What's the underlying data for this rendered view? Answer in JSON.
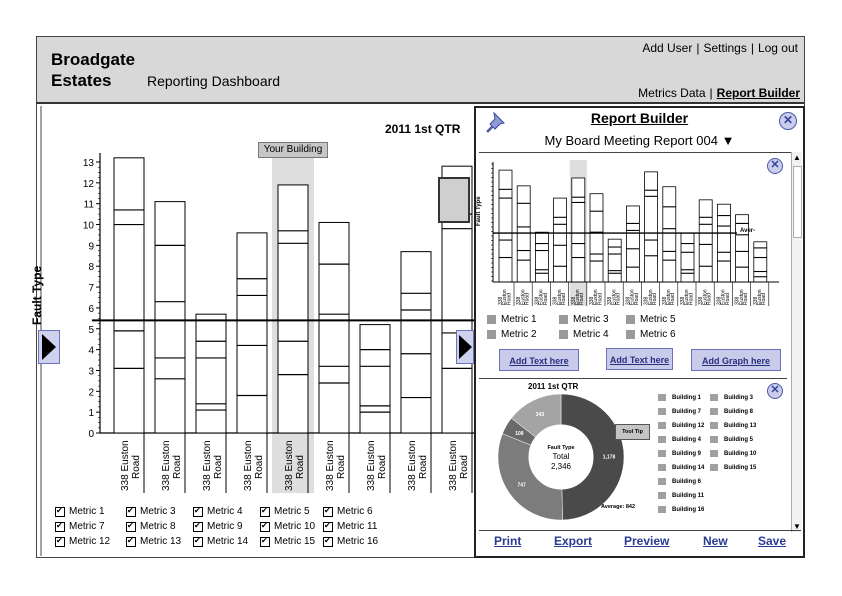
{
  "header": {
    "brand_line1": "Broadgate",
    "brand_line2": "Estates",
    "subtitle": "Reporting Dashboard",
    "top_links": [
      "Add User",
      "Settings",
      "Log out"
    ],
    "sub_links": [
      "Metrics Data",
      "Report Builder"
    ]
  },
  "main_chart": {
    "chart_data": {
      "type": "bar",
      "title": "2011 1st QTR",
      "ylabel": "Fault Type",
      "ylim": [
        0,
        13
      ],
      "yticks": [
        0,
        1,
        2,
        3,
        4,
        5,
        6,
        7,
        8,
        9,
        10,
        11,
        12,
        13
      ],
      "average": 5.4,
      "callout": "Your Building",
      "highlight_index": 4,
      "categories": [
        "338 Euston Road",
        "338 Euston Road",
        "338 Euston Road",
        "338 Euston Road",
        "338 Euston Road",
        "338 Euston Road",
        "338 Euston Road",
        "338 Euston Road",
        "338 Euston Road"
      ],
      "totals": [
        13.2,
        11.1,
        5.7,
        9.6,
        11.9,
        10.1,
        5.2,
        8.7,
        12.8
      ],
      "segments": [
        [
          3.1,
          4.9,
          10.0,
          10.7
        ],
        [
          2.6,
          3.6,
          6.3,
          9.0
        ],
        [
          1.1,
          1.4,
          3.6,
          4.4
        ],
        [
          1.8,
          4.2,
          6.6,
          7.4
        ],
        [
          2.8,
          4.4,
          9.1,
          9.7
        ],
        [
          2.4,
          3.2,
          5.7,
          8.1
        ],
        [
          1.0,
          1.3,
          3.2,
          4.0
        ],
        [
          1.7,
          3.8,
          5.9,
          6.7
        ],
        [
          3.1,
          4.8,
          9.8,
          10.5
        ]
      ]
    },
    "metrics": [
      [
        "Metric 1",
        "Metric 3",
        "Metric 4",
        "Metric 5",
        "Metric 6"
      ],
      [
        "Metric 7",
        "Metric 8",
        "Metric 9",
        "Metric 10",
        "Metric 11"
      ],
      [
        "Metric 12",
        "Metric 13",
        "Metric 14",
        "Metric 15",
        "Metric 16"
      ]
    ]
  },
  "report_builder": {
    "title": "Report Builder",
    "report_name": "My Board Meeting Report 004 ▼",
    "mini_chart": {
      "chart_data": {
        "type": "bar",
        "ylabel": "Fault Type",
        "average_label": "Aver-",
        "highlight_index": 4,
        "categories": [
          "338 Euston Road",
          "338 Euston Road",
          "338 Euston Road",
          "338 Euston Road",
          "338 Euston Road",
          "338 Euston Road",
          "338 Euston Road",
          "338 Euston Road",
          "338 Euston Road",
          "338 Euston Road",
          "338 Euston Road",
          "338 Euston Road",
          "338 Euston Road",
          "338 Euston Road",
          "338 Euston Road"
        ],
        "totals": [
          12.8,
          11.0,
          5.7,
          9.6,
          11.9,
          10.1,
          4.9,
          8.7,
          12.6,
          10.9,
          5.6,
          9.4,
          8.9,
          7.7,
          4.6
        ],
        "segments": [
          [
            2.8,
            4.8,
            9.6,
            10.6
          ],
          [
            2.5,
            3.6,
            6.3,
            9.0
          ],
          [
            1.0,
            1.4,
            3.6,
            4.4
          ],
          [
            1.8,
            4.2,
            6.6,
            7.4
          ],
          [
            2.8,
            4.4,
            9.1,
            9.7
          ],
          [
            2.4,
            3.2,
            5.7,
            8.1
          ],
          [
            1.0,
            1.3,
            3.2,
            4.0
          ],
          [
            1.7,
            3.8,
            5.9,
            6.7
          ],
          [
            3.0,
            4.8,
            9.8,
            10.5
          ],
          [
            2.5,
            3.5,
            6.1,
            8.6
          ],
          [
            1.0,
            1.4,
            3.4,
            4.4
          ],
          [
            1.8,
            4.3,
            6.6,
            7.4
          ],
          [
            2.4,
            3.4,
            6.4,
            7.6
          ],
          [
            1.7,
            3.5,
            5.4,
            6.7
          ],
          [
            0.6,
            1.2,
            2.8,
            3.9
          ]
        ]
      },
      "legend": [
        "Metric 1",
        "Metric 3",
        "Metric 5",
        "Metric 2",
        "Metric 4",
        "Metric 6"
      ],
      "buttons": [
        "Add Text here",
        "Add Text here",
        "Add Graph here"
      ]
    },
    "donut": {
      "chart_data": {
        "type": "pie",
        "title": "2011 1st QTR",
        "center_label": "Fault Type",
        "center_total_label": "Total",
        "center_total": "2,346",
        "tooltip": "Tool Tip",
        "average_label": "Average: 842",
        "slices": [
          {
            "label": "1,178",
            "value": 1178,
            "color": "#4a4a4a"
          },
          {
            "label": "747",
            "value": 747,
            "color": "#7c7c7c"
          },
          {
            "label": "108",
            "value": 108,
            "color": "#6a6a6a"
          },
          {
            "label": "343",
            "value": 343,
            "color": "#a4a4a4"
          }
        ]
      },
      "buildings_col1": [
        "Building 1",
        "Building 7",
        "Building 12",
        "Building 4",
        "Building 9",
        "Building 14",
        "Building 6",
        "Building 11",
        "Building 16"
      ],
      "buildings_col2": [
        "Building 3",
        "Building 8",
        "Building 13",
        "Building 5",
        "Building 10",
        "Building 15"
      ]
    },
    "footer": [
      "Print",
      "Export",
      "Preview",
      "New",
      "Save"
    ]
  }
}
